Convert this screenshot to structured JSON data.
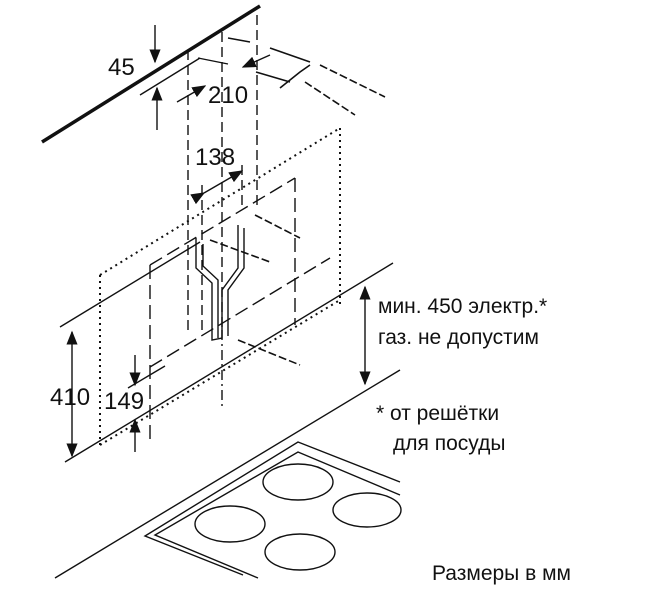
{
  "dimensions": {
    "d45": "45",
    "d210": "210",
    "d138": "138",
    "d410": "410",
    "d149": "149"
  },
  "notes": {
    "min_line1": "мин. 450 электр.*",
    "min_line2": "газ. не допустим",
    "footnote_line1": "* от решётки",
    "footnote_line2": "для посуды",
    "units": "Размеры в мм"
  },
  "colors": {
    "ink": "#111111",
    "background": "#ffffff"
  }
}
